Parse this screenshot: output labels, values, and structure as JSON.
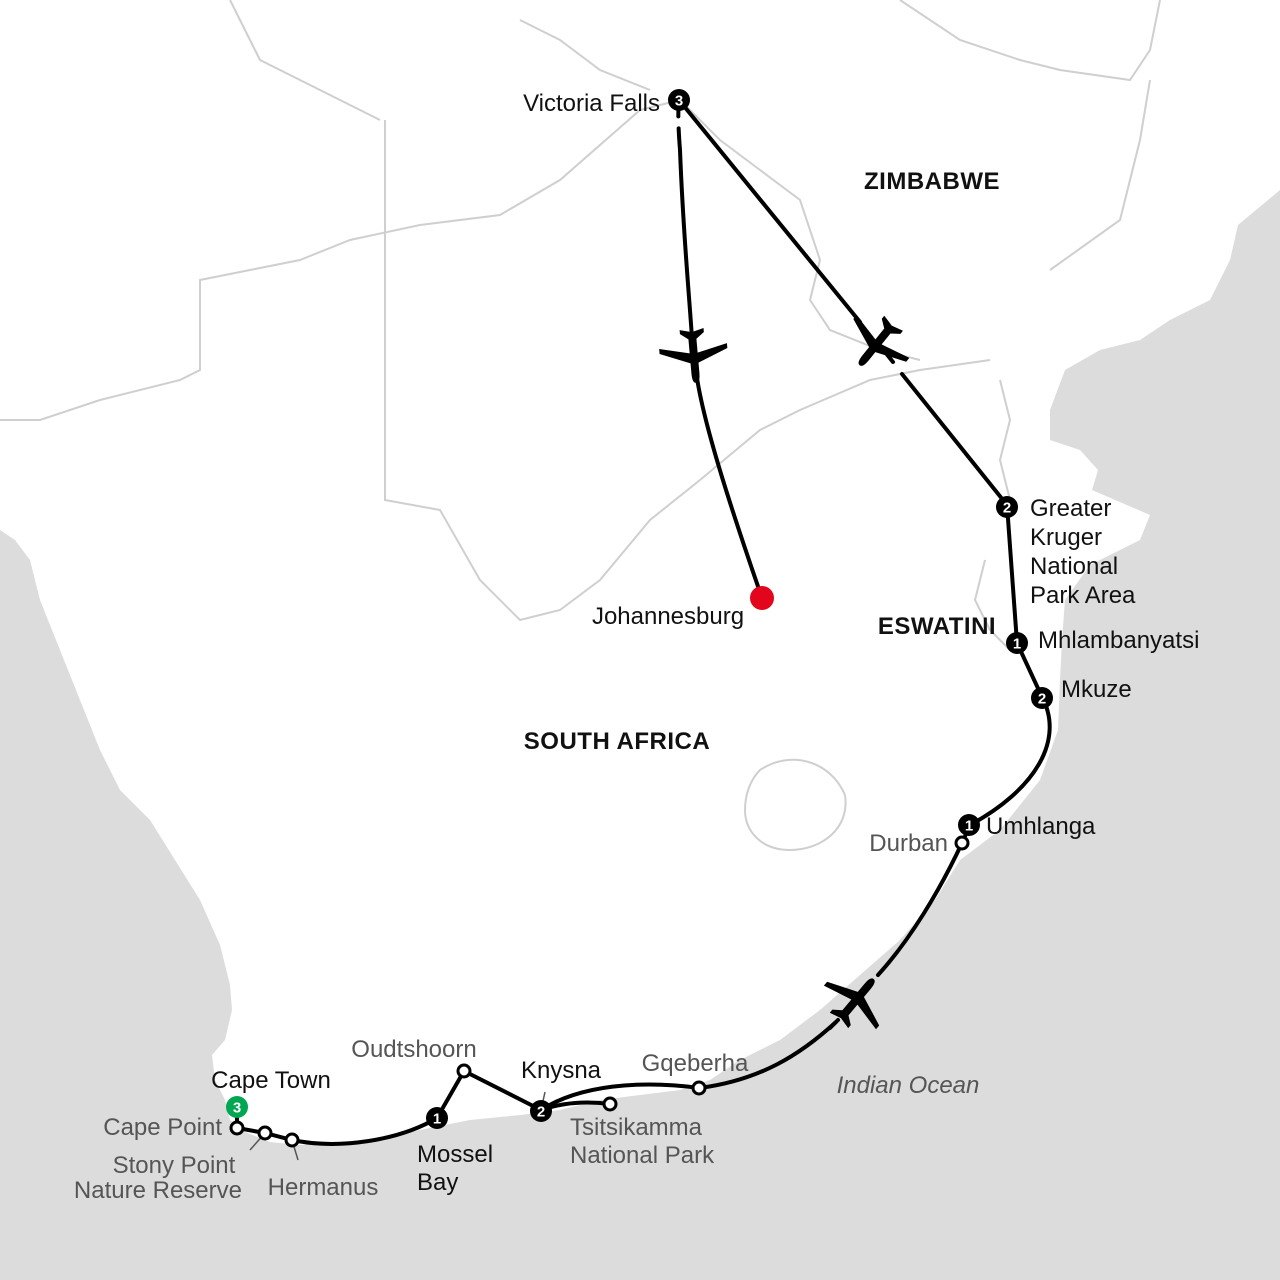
{
  "colors": {
    "water": "#dcdcdc",
    "land": "#ffffff",
    "border": "#c8c8c8",
    "route": "#000000",
    "start_marker": "#e3051b",
    "end_marker": "#00a651"
  },
  "countries": {
    "zimbabwe": "ZIMBABWE",
    "south_africa": "SOUTH AFRICA",
    "eswatini": "ESWATINI"
  },
  "ocean": "Indian Ocean",
  "stops": {
    "victoria_falls": {
      "label": "Victoria Falls",
      "nights": "3"
    },
    "greater_kruger": {
      "label_lines": [
        "Greater",
        "Kruger",
        "National",
        "Park Area"
      ],
      "nights": "2"
    },
    "mhlambanyatsi": {
      "label": "Mhlambanyatsi",
      "nights": "1"
    },
    "mkuze": {
      "label": "Mkuze",
      "nights": "2"
    },
    "umhlanga": {
      "label": "Umhlanga",
      "nights": "1"
    },
    "knysna": {
      "label": "Knysna",
      "nights": "2"
    },
    "mossel_bay": {
      "label_lines": [
        "Mossel",
        "Bay"
      ],
      "nights": "1"
    },
    "cape_town": {
      "label": "Cape Town",
      "nights": "3"
    }
  },
  "start": {
    "label": "Johannesburg"
  },
  "waypoints": {
    "durban": "Durban",
    "oudtshoorn": "Oudtshoorn",
    "gqeberha": "Gqeberha",
    "tsitsikamma": [
      "Tsitsikamma",
      "National Park"
    ],
    "cape_point": "Cape Point",
    "stony_point": [
      "Stony Point",
      "Nature Reserve"
    ],
    "hermanus": "Hermanus"
  },
  "icons": {
    "flight": "airplane-icon"
  }
}
